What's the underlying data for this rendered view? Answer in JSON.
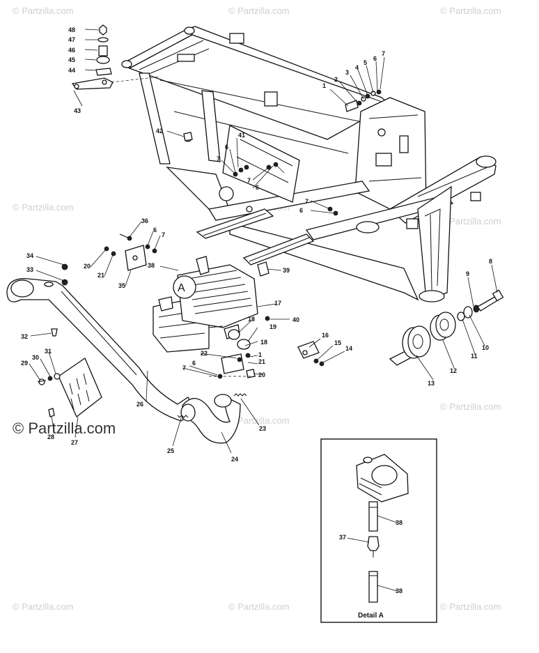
{
  "watermark": {
    "text": "© Partzilla.com",
    "big_text": "© Partzilla.com"
  },
  "detail": {
    "title": "Detail A",
    "marker": "A"
  },
  "callouts": {
    "c1": "1",
    "c2": "2",
    "c3": "3",
    "c4": "4",
    "c5": "5",
    "c6": "6",
    "c7": "7",
    "c8": "8",
    "c9": "9",
    "c10": "10",
    "c11": "11",
    "c12": "12",
    "c13": "13",
    "c14": "14",
    "c15": "15",
    "c16": "16",
    "c17": "17",
    "c18": "18",
    "c19": "19",
    "c20": "20",
    "c21": "21",
    "c22": "22",
    "c23": "23",
    "c24": "24",
    "c25": "25",
    "c26": "26",
    "c27": "27",
    "c28": "28",
    "c29": "29",
    "c30": "30",
    "c31": "31",
    "c32": "32",
    "c33": "33",
    "c34": "34",
    "c35": "35",
    "c36": "36",
    "c37": "37",
    "c38": "38",
    "c39": "39",
    "c40": "40",
    "c41": "41",
    "c42": "42",
    "c43": "43",
    "c44": "44",
    "c45": "45",
    "c46": "46",
    "c47": "47",
    "c48": "48"
  }
}
